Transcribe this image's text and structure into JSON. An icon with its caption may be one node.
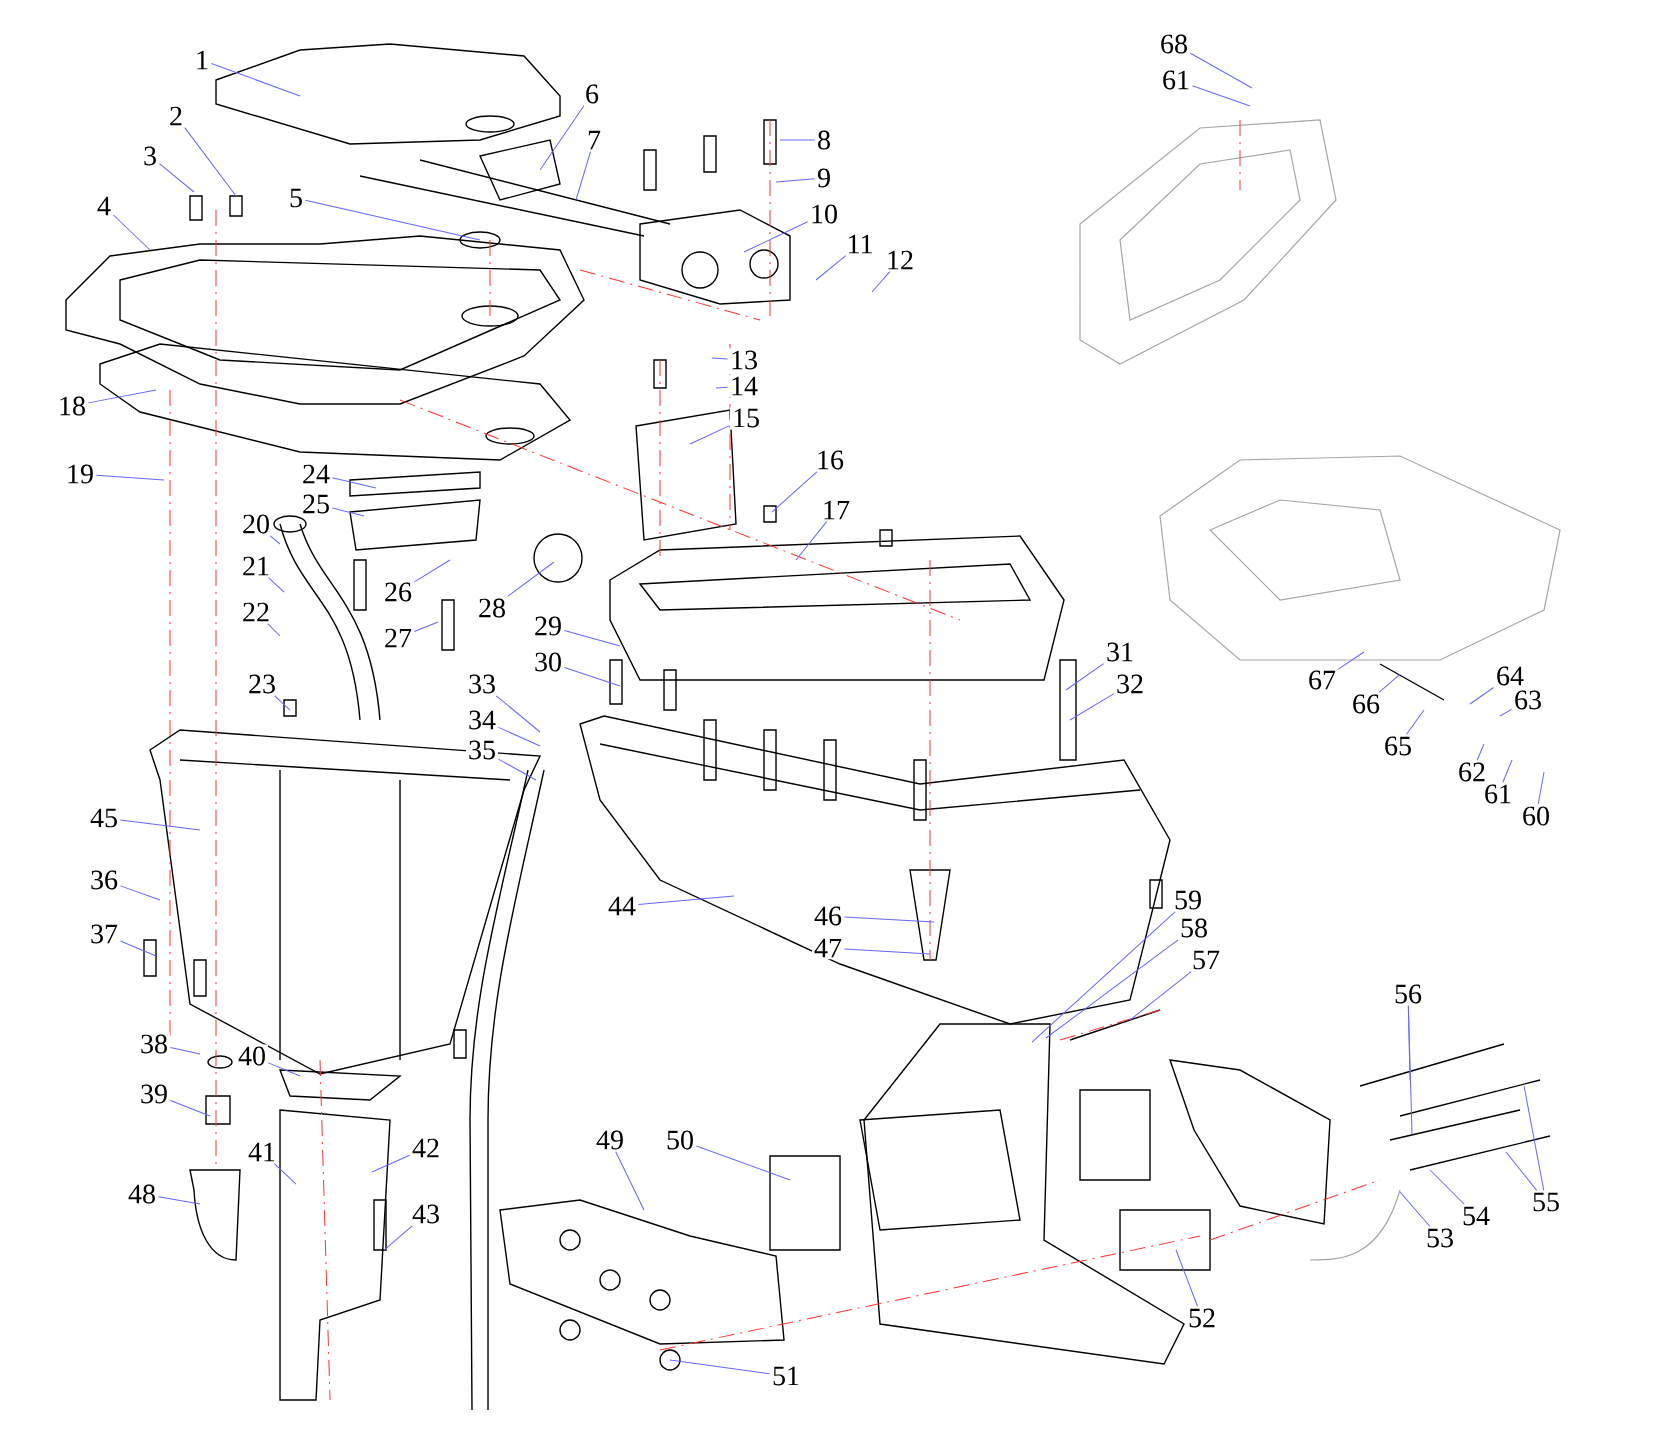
{
  "diagram": {
    "nodes": [
      {
        "text": [
          "1"
        ]
      },
      {
        "text": [
          "2"
        ]
      },
      {
        "text": [
          "3"
        ]
      },
      {
        "text": [
          "4"
        ]
      },
      {
        "text": [
          "5"
        ]
      },
      {
        "text": [
          "6"
        ]
      },
      {
        "text": [
          "7"
        ]
      },
      {
        "text": [
          "8"
        ]
      },
      {
        "text": [
          "9"
        ]
      },
      {
        "text": [
          "10"
        ]
      },
      {
        "text": [
          "11"
        ]
      },
      {
        "text": [
          "12"
        ]
      },
      {
        "text": [
          "13"
        ]
      },
      {
        "text": [
          "14"
        ]
      },
      {
        "text": [
          "15"
        ]
      },
      {
        "text": [
          "16"
        ]
      },
      {
        "text": [
          "17"
        ]
      },
      {
        "text": [
          "18"
        ]
      },
      {
        "text": [
          "19"
        ]
      },
      {
        "text": [
          "20"
        ]
      },
      {
        "text": [
          "21"
        ]
      },
      {
        "text": [
          "22"
        ]
      },
      {
        "text": [
          "23"
        ]
      },
      {
        "text": [
          "24"
        ]
      },
      {
        "text": [
          "25"
        ]
      },
      {
        "text": [
          "26"
        ]
      },
      {
        "text": [
          "27"
        ]
      },
      {
        "text": [
          "28"
        ]
      },
      {
        "text": [
          "29"
        ]
      },
      {
        "text": [
          "30"
        ]
      },
      {
        "text": [
          "31"
        ]
      },
      {
        "text": [
          "32"
        ]
      },
      {
        "text": [
          "33"
        ]
      },
      {
        "text": [
          "34"
        ]
      },
      {
        "text": [
          "35"
        ]
      },
      {
        "text": [
          "36"
        ]
      },
      {
        "text": [
          "37"
        ]
      },
      {
        "text": [
          "38"
        ]
      },
      {
        "text": [
          "39"
        ]
      },
      {
        "text": [
          "40"
        ]
      },
      {
        "text": [
          "41"
        ]
      },
      {
        "text": [
          "42"
        ]
      },
      {
        "text": [
          "43"
        ]
      },
      {
        "text": [
          "44"
        ]
      },
      {
        "text": [
          "45"
        ]
      },
      {
        "text": [
          "46"
        ]
      },
      {
        "text": [
          "47"
        ]
      },
      {
        "text": [
          "48"
        ]
      },
      {
        "text": [
          "49"
        ]
      },
      {
        "text": [
          "50"
        ]
      },
      {
        "text": [
          "51"
        ]
      },
      {
        "text": [
          "52"
        ]
      },
      {
        "text": [
          "53"
        ]
      },
      {
        "text": [
          "54"
        ]
      },
      {
        "text": [
          "55"
        ]
      },
      {
        "text": [
          "56"
        ]
      },
      {
        "text": [
          "57"
        ]
      },
      {
        "text": [
          "58"
        ]
      },
      {
        "text": [
          "59"
        ]
      },
      {
        "text": [
          "60"
        ]
      },
      {
        "text": [
          "61"
        ]
      },
      {
        "text": [
          "62"
        ]
      },
      {
        "text": [
          "63"
        ]
      },
      {
        "text": [
          "64"
        ]
      },
      {
        "text": [
          "65"
        ]
      },
      {
        "text": [
          "66"
        ]
      },
      {
        "text": [
          "67"
        ]
      },
      {
        "text": [
          "68"
        ]
      },
      {
        "text": [
          "61"
        ]
      }
    ],
    "edges": [
      {
        "from": 0,
        "to": null,
        "arrow": "none"
      },
      {
        "from": 1,
        "to": null,
        "arrow": "none"
      },
      {
        "from": 2,
        "to": null,
        "arrow": "none"
      },
      {
        "from": 3,
        "to": null,
        "arrow": "none"
      },
      {
        "from": 4,
        "to": null,
        "arrow": "none"
      },
      {
        "from": 5,
        "to": null,
        "arrow": "none"
      },
      {
        "from": 6,
        "to": null,
        "arrow": "none"
      },
      {
        "from": 7,
        "to": null,
        "arrow": "none"
      },
      {
        "from": 8,
        "to": null,
        "arrow": "none"
      },
      {
        "from": 9,
        "to": null,
        "arrow": "none"
      },
      {
        "from": 10,
        "to": null,
        "arrow": "none"
      },
      {
        "from": 11,
        "to": null,
        "arrow": "none"
      },
      {
        "from": 12,
        "to": null,
        "arrow": "none"
      },
      {
        "from": 13,
        "to": null,
        "arrow": "none"
      },
      {
        "from": 14,
        "to": null,
        "arrow": "none"
      },
      {
        "from": 15,
        "to": null,
        "arrow": "none"
      },
      {
        "from": 16,
        "to": null,
        "arrow": "none"
      },
      {
        "from": 17,
        "to": null,
        "arrow": "none"
      },
      {
        "from": 18,
        "to": null,
        "arrow": "none"
      },
      {
        "from": 19,
        "to": null,
        "arrow": "none"
      },
      {
        "from": 20,
        "to": null,
        "arrow": "none"
      },
      {
        "from": 21,
        "to": null,
        "arrow": "none"
      },
      {
        "from": 22,
        "to": null,
        "arrow": "none"
      },
      {
        "from": 23,
        "to": null,
        "arrow": "none"
      },
      {
        "from": 24,
        "to": null,
        "arrow": "none"
      },
      {
        "from": 25,
        "to": null,
        "arrow": "none"
      },
      {
        "from": 26,
        "to": null,
        "arrow": "none"
      },
      {
        "from": 27,
        "to": null,
        "arrow": "none"
      },
      {
        "from": 28,
        "to": null,
        "arrow": "none"
      },
      {
        "from": 29,
        "to": null,
        "arrow": "none"
      },
      {
        "from": 30,
        "to": null,
        "arrow": "none"
      },
      {
        "from": 31,
        "to": null,
        "arrow": "none"
      },
      {
        "from": 32,
        "to": null,
        "arrow": "none"
      },
      {
        "from": 33,
        "to": null,
        "arrow": "none"
      },
      {
        "from": 34,
        "to": null,
        "arrow": "none"
      },
      {
        "from": 35,
        "to": null,
        "arrow": "none"
      },
      {
        "from": 36,
        "to": null,
        "arrow": "none"
      },
      {
        "from": 37,
        "to": null,
        "arrow": "none"
      },
      {
        "from": 38,
        "to": null,
        "arrow": "none"
      },
      {
        "from": 39,
        "to": null,
        "arrow": "none"
      },
      {
        "from": 40,
        "to": null,
        "arrow": "none"
      },
      {
        "from": 41,
        "to": null,
        "arrow": "none"
      },
      {
        "from": 42,
        "to": null,
        "arrow": "none"
      },
      {
        "from": 43,
        "to": null,
        "arrow": "none"
      },
      {
        "from": 44,
        "to": null,
        "arrow": "none"
      },
      {
        "from": 45,
        "to": null,
        "arrow": "none"
      },
      {
        "from": 46,
        "to": null,
        "arrow": "none"
      },
      {
        "from": 47,
        "to": null,
        "arrow": "none"
      },
      {
        "from": 48,
        "to": null,
        "arrow": "none"
      },
      {
        "from": 49,
        "to": null,
        "arrow": "none"
      },
      {
        "from": 50,
        "to": null,
        "arrow": "none"
      },
      {
        "from": 51,
        "to": null,
        "arrow": "none"
      },
      {
        "from": 52,
        "to": null,
        "arrow": "none"
      },
      {
        "from": 53,
        "to": null,
        "arrow": "none"
      },
      {
        "from": 54,
        "to": null,
        "arrow": "none"
      },
      {
        "from": 54,
        "to": null,
        "arrow": "none"
      },
      {
        "from": 55,
        "to": null,
        "arrow": "none"
      },
      {
        "from": 55,
        "to": null,
        "arrow": "none"
      },
      {
        "from": 56,
        "to": null,
        "arrow": "none"
      },
      {
        "from": 57,
        "to": null,
        "arrow": "none"
      },
      {
        "from": 58,
        "to": null,
        "arrow": "none"
      },
      {
        "from": 59,
        "to": null,
        "arrow": "none"
      },
      {
        "from": 60,
        "to": null,
        "arrow": "none"
      },
      {
        "from": 61,
        "to": null,
        "arrow": "none"
      },
      {
        "from": 62,
        "to": null,
        "arrow": "none"
      },
      {
        "from": 63,
        "to": null,
        "arrow": "none"
      },
      {
        "from": 64,
        "to": null,
        "arrow": "none"
      },
      {
        "from": 65,
        "to": null,
        "arrow": "none"
      },
      {
        "from": 66,
        "to": null,
        "arrow": "none"
      },
      {
        "from": 67,
        "to": null,
        "arrow": "none"
      },
      {
        "from": 68,
        "to": null,
        "arrow": "none"
      }
    ]
  }
}
